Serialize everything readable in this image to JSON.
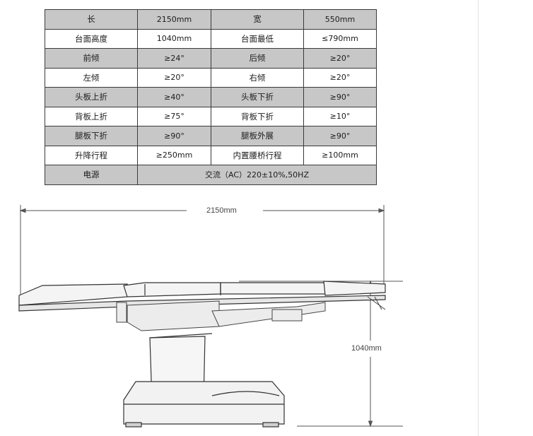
{
  "spec_table": {
    "rows": [
      {
        "label1": "长",
        "value1": "2150mm",
        "label2": "宽",
        "value2": "550mm"
      },
      {
        "label1": "台面高度",
        "value1": "1040mm",
        "label2": "台面最低",
        "value2": "≤790mm"
      },
      {
        "label1": "前倾",
        "value1": "≥24°",
        "label2": "后倾",
        "value2": "≥20°"
      },
      {
        "label1": "左倾",
        "value1": "≥20°",
        "label2": "右倾",
        "value2": "≥20°"
      },
      {
        "label1": "头板上折",
        "value1": "≥40°",
        "label2": "头板下折",
        "value2": "≥90°"
      },
      {
        "label1": "背板上折",
        "value1": "≥75°",
        "label2": "背板下折",
        "value2": "≥10°"
      },
      {
        "label1": "腿板下折",
        "value1": "≥90°",
        "label2": "腿板外展",
        "value2": "≥90°"
      },
      {
        "label1": "升降行程",
        "value1": "≥250mm",
        "label2": "内置腰桥行程",
        "value2": "≥100mm"
      }
    ],
    "power": {
      "label": "电源",
      "value": "交流（AC）220±10%,50HZ"
    }
  },
  "drawing": {
    "length_dimension": "2150mm",
    "height_dimension": "1040mm"
  }
}
